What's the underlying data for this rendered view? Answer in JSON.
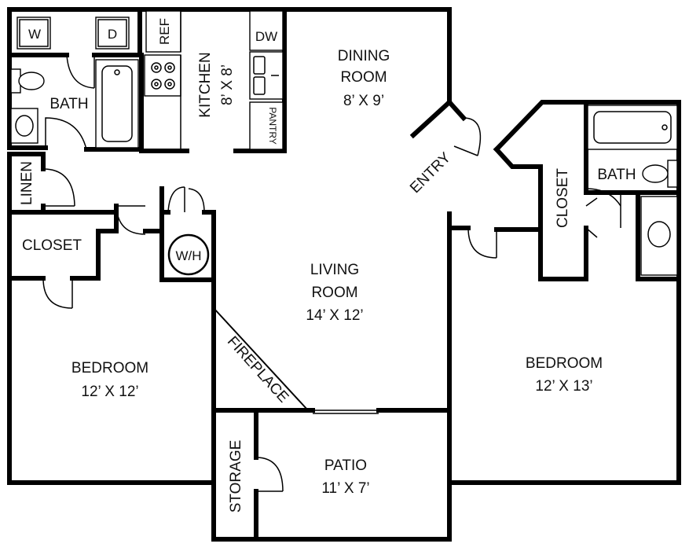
{
  "rooms": {
    "dining_name_1": "DINING",
    "dining_name_2": "ROOM",
    "dining_size": "8’ X 9’",
    "kitchen_name": "KITCHEN",
    "kitchen_size": "8’ X 8’",
    "bath_left": "BATH",
    "bath_right": "BATH",
    "linen": "LINEN",
    "closet_left": "CLOSET",
    "closet_right": "CLOSET",
    "wh": "W/H",
    "living_name_1": "LIVING",
    "living_name_2": "ROOM",
    "living_size": "14’ X 12’",
    "entry": "ENTRY",
    "fireplace": "FIREPLACE",
    "bedroom_left_name": "BEDROOM",
    "bedroom_left_size": "12’ X 12’",
    "bedroom_right_name": "BEDROOM",
    "bedroom_right_size": "12’ X 13’",
    "storage": "STORAGE",
    "patio_name": "PATIO",
    "patio_size": "11’ X 7’",
    "pantry": "PANTRY"
  },
  "appliances": {
    "washer": "W",
    "dryer": "D",
    "refrigerator": "REF",
    "dishwasher": "DW"
  }
}
